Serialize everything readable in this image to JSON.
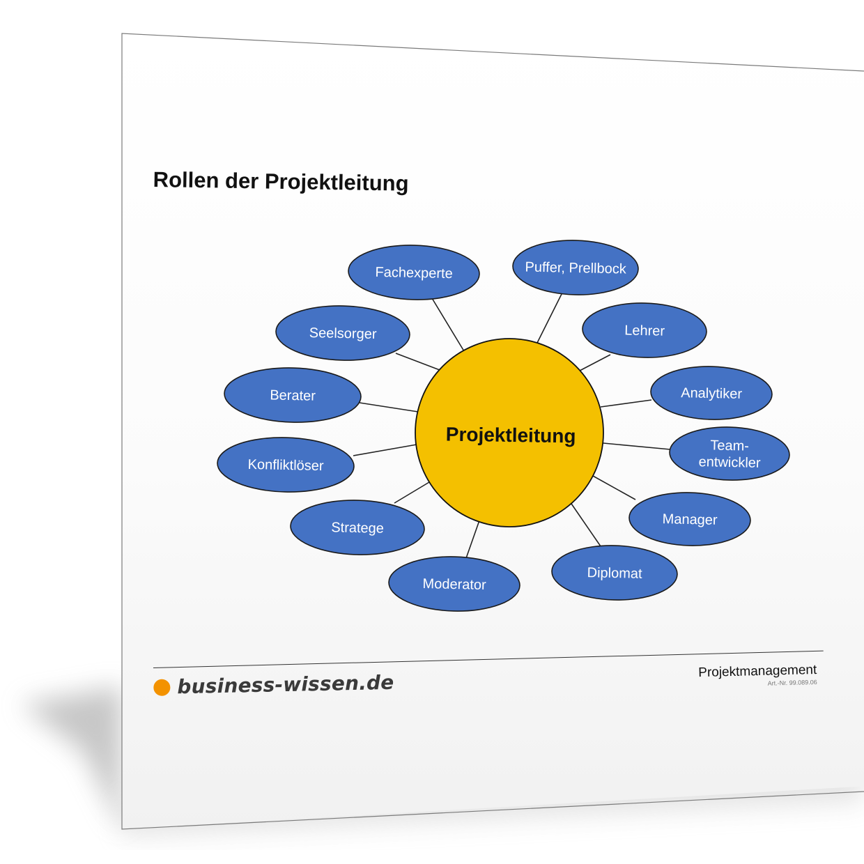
{
  "title": "Rollen der Projektleitung",
  "colors": {
    "center_fill": "#f4c000",
    "role_fill": "#4472c4",
    "role_text": "#ffffff",
    "brand_dot": "#f39200"
  },
  "center": {
    "label": "Projektleitung"
  },
  "roles": [
    {
      "lines": [
        "Fachexperte"
      ]
    },
    {
      "lines": [
        "Puffer, Prellbock"
      ]
    },
    {
      "lines": [
        "Seelsorger"
      ]
    },
    {
      "lines": [
        "Lehrer"
      ]
    },
    {
      "lines": [
        "Berater"
      ]
    },
    {
      "lines": [
        "Analytiker"
      ]
    },
    {
      "lines": [
        "Konfliktlöser"
      ]
    },
    {
      "lines": [
        "Team-",
        "entwickler"
      ]
    },
    {
      "lines": [
        "Stratege"
      ]
    },
    {
      "lines": [
        "Manager"
      ]
    },
    {
      "lines": [
        "Moderator"
      ]
    },
    {
      "lines": [
        "Diplomat"
      ]
    }
  ],
  "footer": {
    "brand": "business-wissen.de",
    "category": "Projektmanagement",
    "article_number": "Art.-Nr. 99.089.06"
  }
}
